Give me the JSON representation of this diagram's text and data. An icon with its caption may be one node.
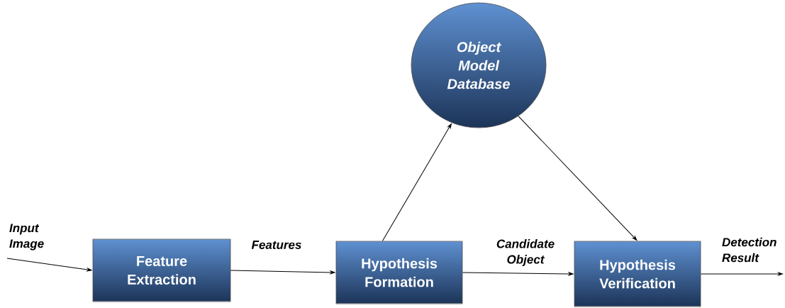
{
  "diagram": {
    "nodes": [
      {
        "text": [
          "Feature Extraction"
        ]
      },
      {
        "text": [
          "Hypothesis Formation"
        ]
      },
      {
        "text": [
          "Object Model Database"
        ]
      },
      {
        "text": [
          "Hypothesis Verification"
        ]
      }
    ],
    "edges": [
      {
        "from": null,
        "to": 0,
        "arrow": "to",
        "label": "Input Image"
      },
      {
        "from": 0,
        "to": 1,
        "arrow": "to",
        "label": "Features"
      },
      {
        "from": 1,
        "to": 2,
        "arrow": "to"
      },
      {
        "from": 2,
        "to": 3,
        "arrow": "to"
      },
      {
        "from": 1,
        "to": 3,
        "arrow": "to",
        "label": "Candidate Object"
      },
      {
        "from": 3,
        "to": null,
        "arrow": "to",
        "label": "Detection Result"
      }
    ]
  }
}
